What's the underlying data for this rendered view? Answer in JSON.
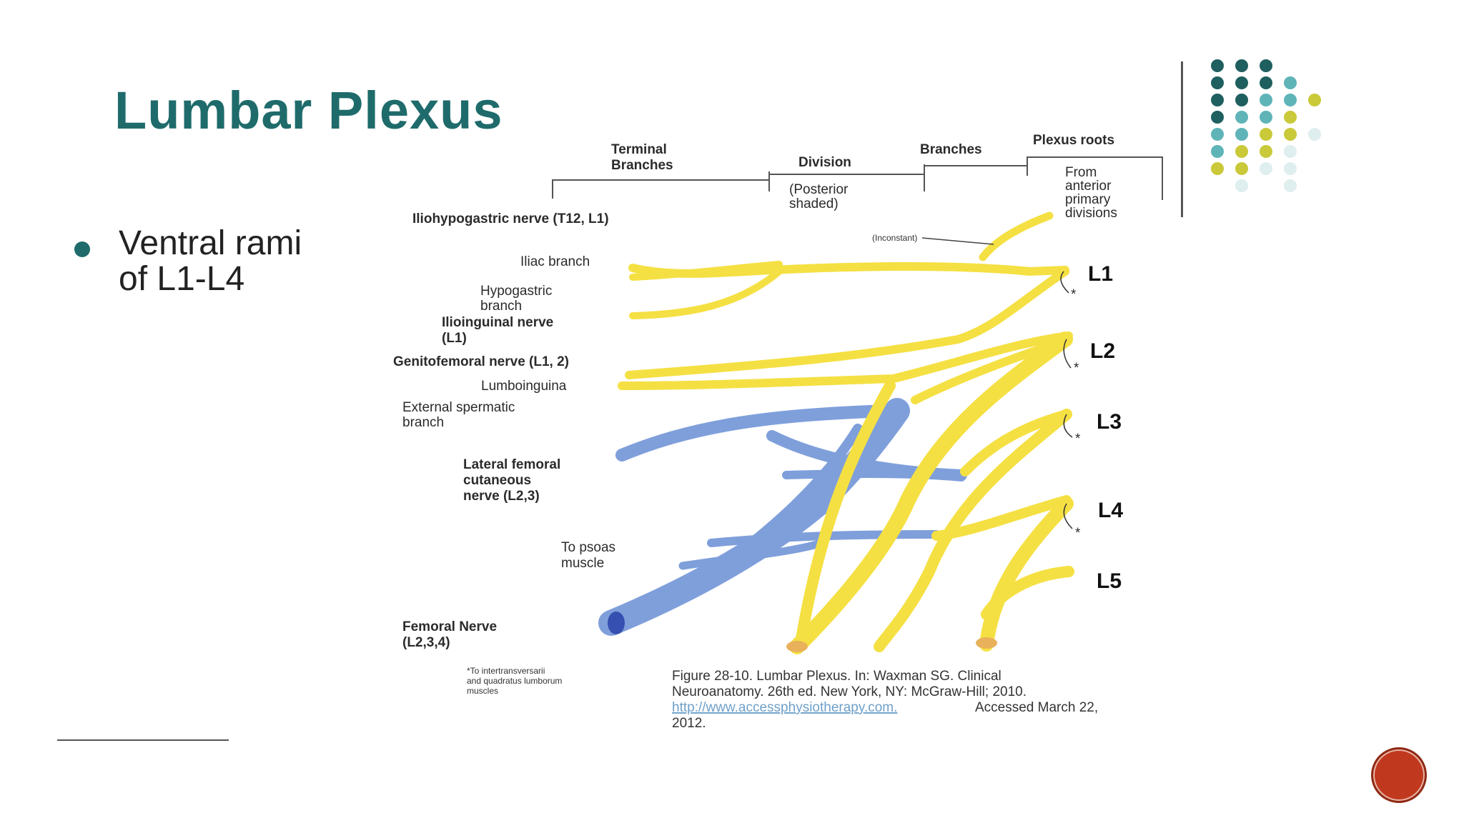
{
  "slide": {
    "title": "Lumbar Plexus",
    "bullet": "Ventral rami\nof L1-L4"
  },
  "figure": {
    "headers": {
      "terminal_1": "Terminal",
      "terminal_2": "Branches",
      "division": "Division",
      "posterior_1": "(Posterior",
      "posterior_2": "shaded)",
      "branches": "Branches",
      "plexus_roots": "Plexus roots",
      "from_1": "From",
      "from_2": "anterior",
      "from_3": "primary",
      "from_4": "divisions"
    },
    "labels": {
      "iliohypogastric": "Iliohypogastric nerve (T12, L1)",
      "inconstant": "(Inconstant)",
      "iliac": "Iliac branch",
      "hypogastric_1": "Hypogastric",
      "hypogastric_2": "branch",
      "ilioinguinal_1": "Ilioinguinal nerve",
      "ilioinguinal_2": "(L1)",
      "genitofemoral": "Genitofemoral nerve (L1, 2)",
      "lumboinguinal": "Lumboinguina",
      "external_1": "External spermatic",
      "external_2": "branch",
      "lateral_1": "Lateral femoral",
      "lateral_2": "cutaneous",
      "lateral_3": "nerve (L2,3)",
      "psoas_1": "To psoas",
      "psoas_2": "muscle",
      "femoral_1": "Femoral Nerve",
      "femoral_2": "(L2,3,4)",
      "footnote_1": "*To intertransversarii",
      "footnote_2": "and quadratus lumborum",
      "footnote_3": "muscles"
    },
    "levels": [
      "L1",
      "L2",
      "L3",
      "L4",
      "L5"
    ],
    "caption": {
      "line1": "Figure 28-10. Lumbar Plexus. In: Waxman SG. Clinical",
      "line2": "Neuroanatomy. 26th ed. New York, NY: McGraw-Hill; 2010.",
      "link": "http://www.accessphysiotherapy.com.",
      "line3_rest": "Accessed March 22,",
      "line4": "2012."
    },
    "colors": {
      "anterior": "#f5e043",
      "posterior": "#7f9fdb",
      "title": "#1f6b6b"
    }
  }
}
